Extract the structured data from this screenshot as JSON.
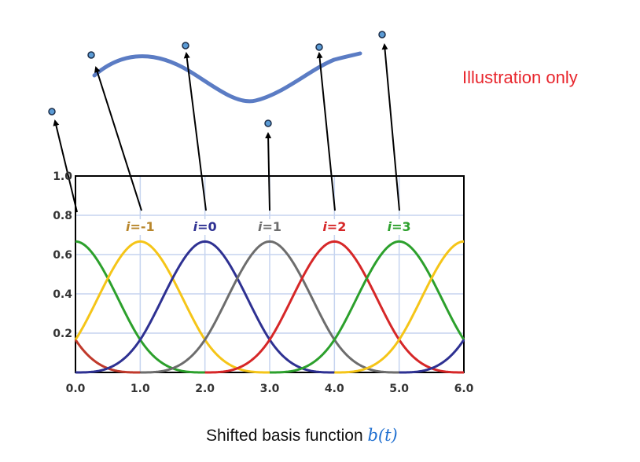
{
  "note": "Illustration only",
  "caption": {
    "text": "Shifted basis function ",
    "math": "b(t)"
  },
  "colors": {
    "note": "#e8252c",
    "caption_math": "#1f6fd0",
    "curve": "#5b7cc4",
    "control_point": "#5b9bd5",
    "grid": "#c6d4ef"
  },
  "chart_data": {
    "type": "line",
    "title": "",
    "xlabel": "",
    "ylabel": "",
    "xlim": [
      0,
      6
    ],
    "ylim": [
      0,
      1
    ],
    "grid": true,
    "x_ticks": [
      "0.0",
      "1.0",
      "2.0",
      "3.0",
      "4.0",
      "5.0",
      "6.0"
    ],
    "y_ticks": [
      "0.2",
      "0.4",
      "0.6",
      "0.8",
      "1.0"
    ],
    "y_tick_values": [
      0.2,
      0.4,
      0.6,
      0.8,
      1.0
    ],
    "basis": "uniform cubic B-spline, peak 2/3 at center, support ±2",
    "series": [
      {
        "label": "",
        "center": -1,
        "color": "#c0392b",
        "points": [
          [
            0,
            0.1667
          ],
          [
            1,
            0
          ],
          [
            6,
            0
          ]
        ]
      },
      {
        "label": "",
        "center": 0,
        "color": "#2ca02c",
        "points": [
          [
            0,
            0.6667
          ],
          [
            1,
            0.1667
          ],
          [
            2,
            0
          ]
        ]
      },
      {
        "label": "i=-1",
        "label_color": "#b8862b",
        "center": 1,
        "color": "#f5c518",
        "points": [
          [
            0,
            0.1667
          ],
          [
            1,
            0.6667
          ],
          [
            2,
            0.1667
          ],
          [
            3,
            0
          ]
        ]
      },
      {
        "label": "i=0",
        "label_color": "#2e3192",
        "center": 2,
        "color": "#2e3192",
        "points": [
          [
            0,
            0
          ],
          [
            1,
            0.1667
          ],
          [
            2,
            0.6667
          ],
          [
            3,
            0.1667
          ],
          [
            4,
            0
          ]
        ]
      },
      {
        "label": "i=1",
        "label_color": "#6d6d6d",
        "center": 3,
        "color": "#6d6d6d",
        "points": [
          [
            1,
            0
          ],
          [
            2,
            0.1667
          ],
          [
            3,
            0.6667
          ],
          [
            4,
            0.1667
          ],
          [
            5,
            0
          ]
        ]
      },
      {
        "label": "i=2",
        "label_color": "#d62728",
        "center": 4,
        "color": "#d62728",
        "points": [
          [
            2,
            0
          ],
          [
            3,
            0.1667
          ],
          [
            4,
            0.6667
          ],
          [
            5,
            0.1667
          ],
          [
            6,
            0
          ]
        ]
      },
      {
        "label": "i=3",
        "label_color": "#2ca02c",
        "center": 5,
        "color": "#2ca02c",
        "points": [
          [
            3,
            0
          ],
          [
            4,
            0.1667
          ],
          [
            5,
            0.6667
          ],
          [
            6,
            0.1667
          ]
        ]
      },
      {
        "label": "",
        "center": 6,
        "color": "#f5c518",
        "points": [
          [
            4,
            0
          ],
          [
            5,
            0.1667
          ],
          [
            6,
            0.6667
          ]
        ]
      },
      {
        "label": "",
        "center": 7,
        "color": "#2e3192",
        "points": [
          [
            5,
            0
          ],
          [
            6,
            0.1667
          ]
        ]
      }
    ]
  }
}
